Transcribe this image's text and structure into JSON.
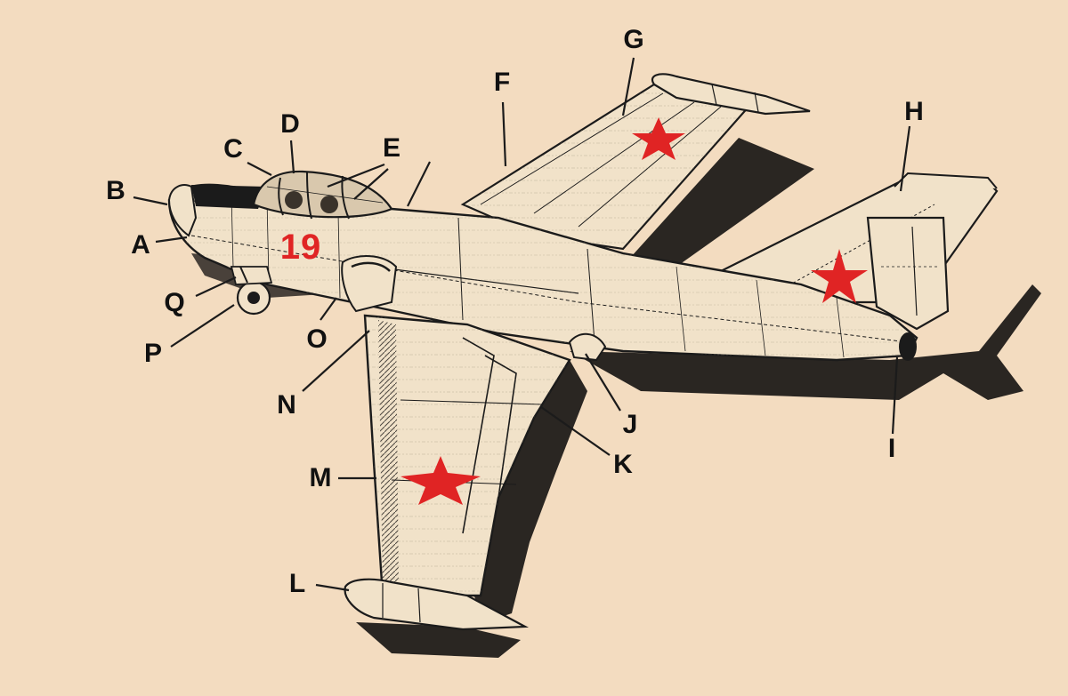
{
  "diagram": {
    "aircraft_number": "19",
    "labels": {
      "A": "A",
      "B": "B",
      "C": "C",
      "D": "D",
      "E": "E",
      "F": "F",
      "G": "G",
      "H": "H",
      "I": "I",
      "J": "J",
      "K": "K",
      "L": "L",
      "M": "M",
      "N": "N",
      "O": "O",
      "P": "P",
      "Q": "Q"
    }
  },
  "colors": {
    "paper": "#f3dcc0",
    "ink": "#1b1b1b",
    "shadow": "#2a2622",
    "body_fill": "#f1e2c9",
    "star_red": "#e02424",
    "number_red": "#e02424"
  }
}
